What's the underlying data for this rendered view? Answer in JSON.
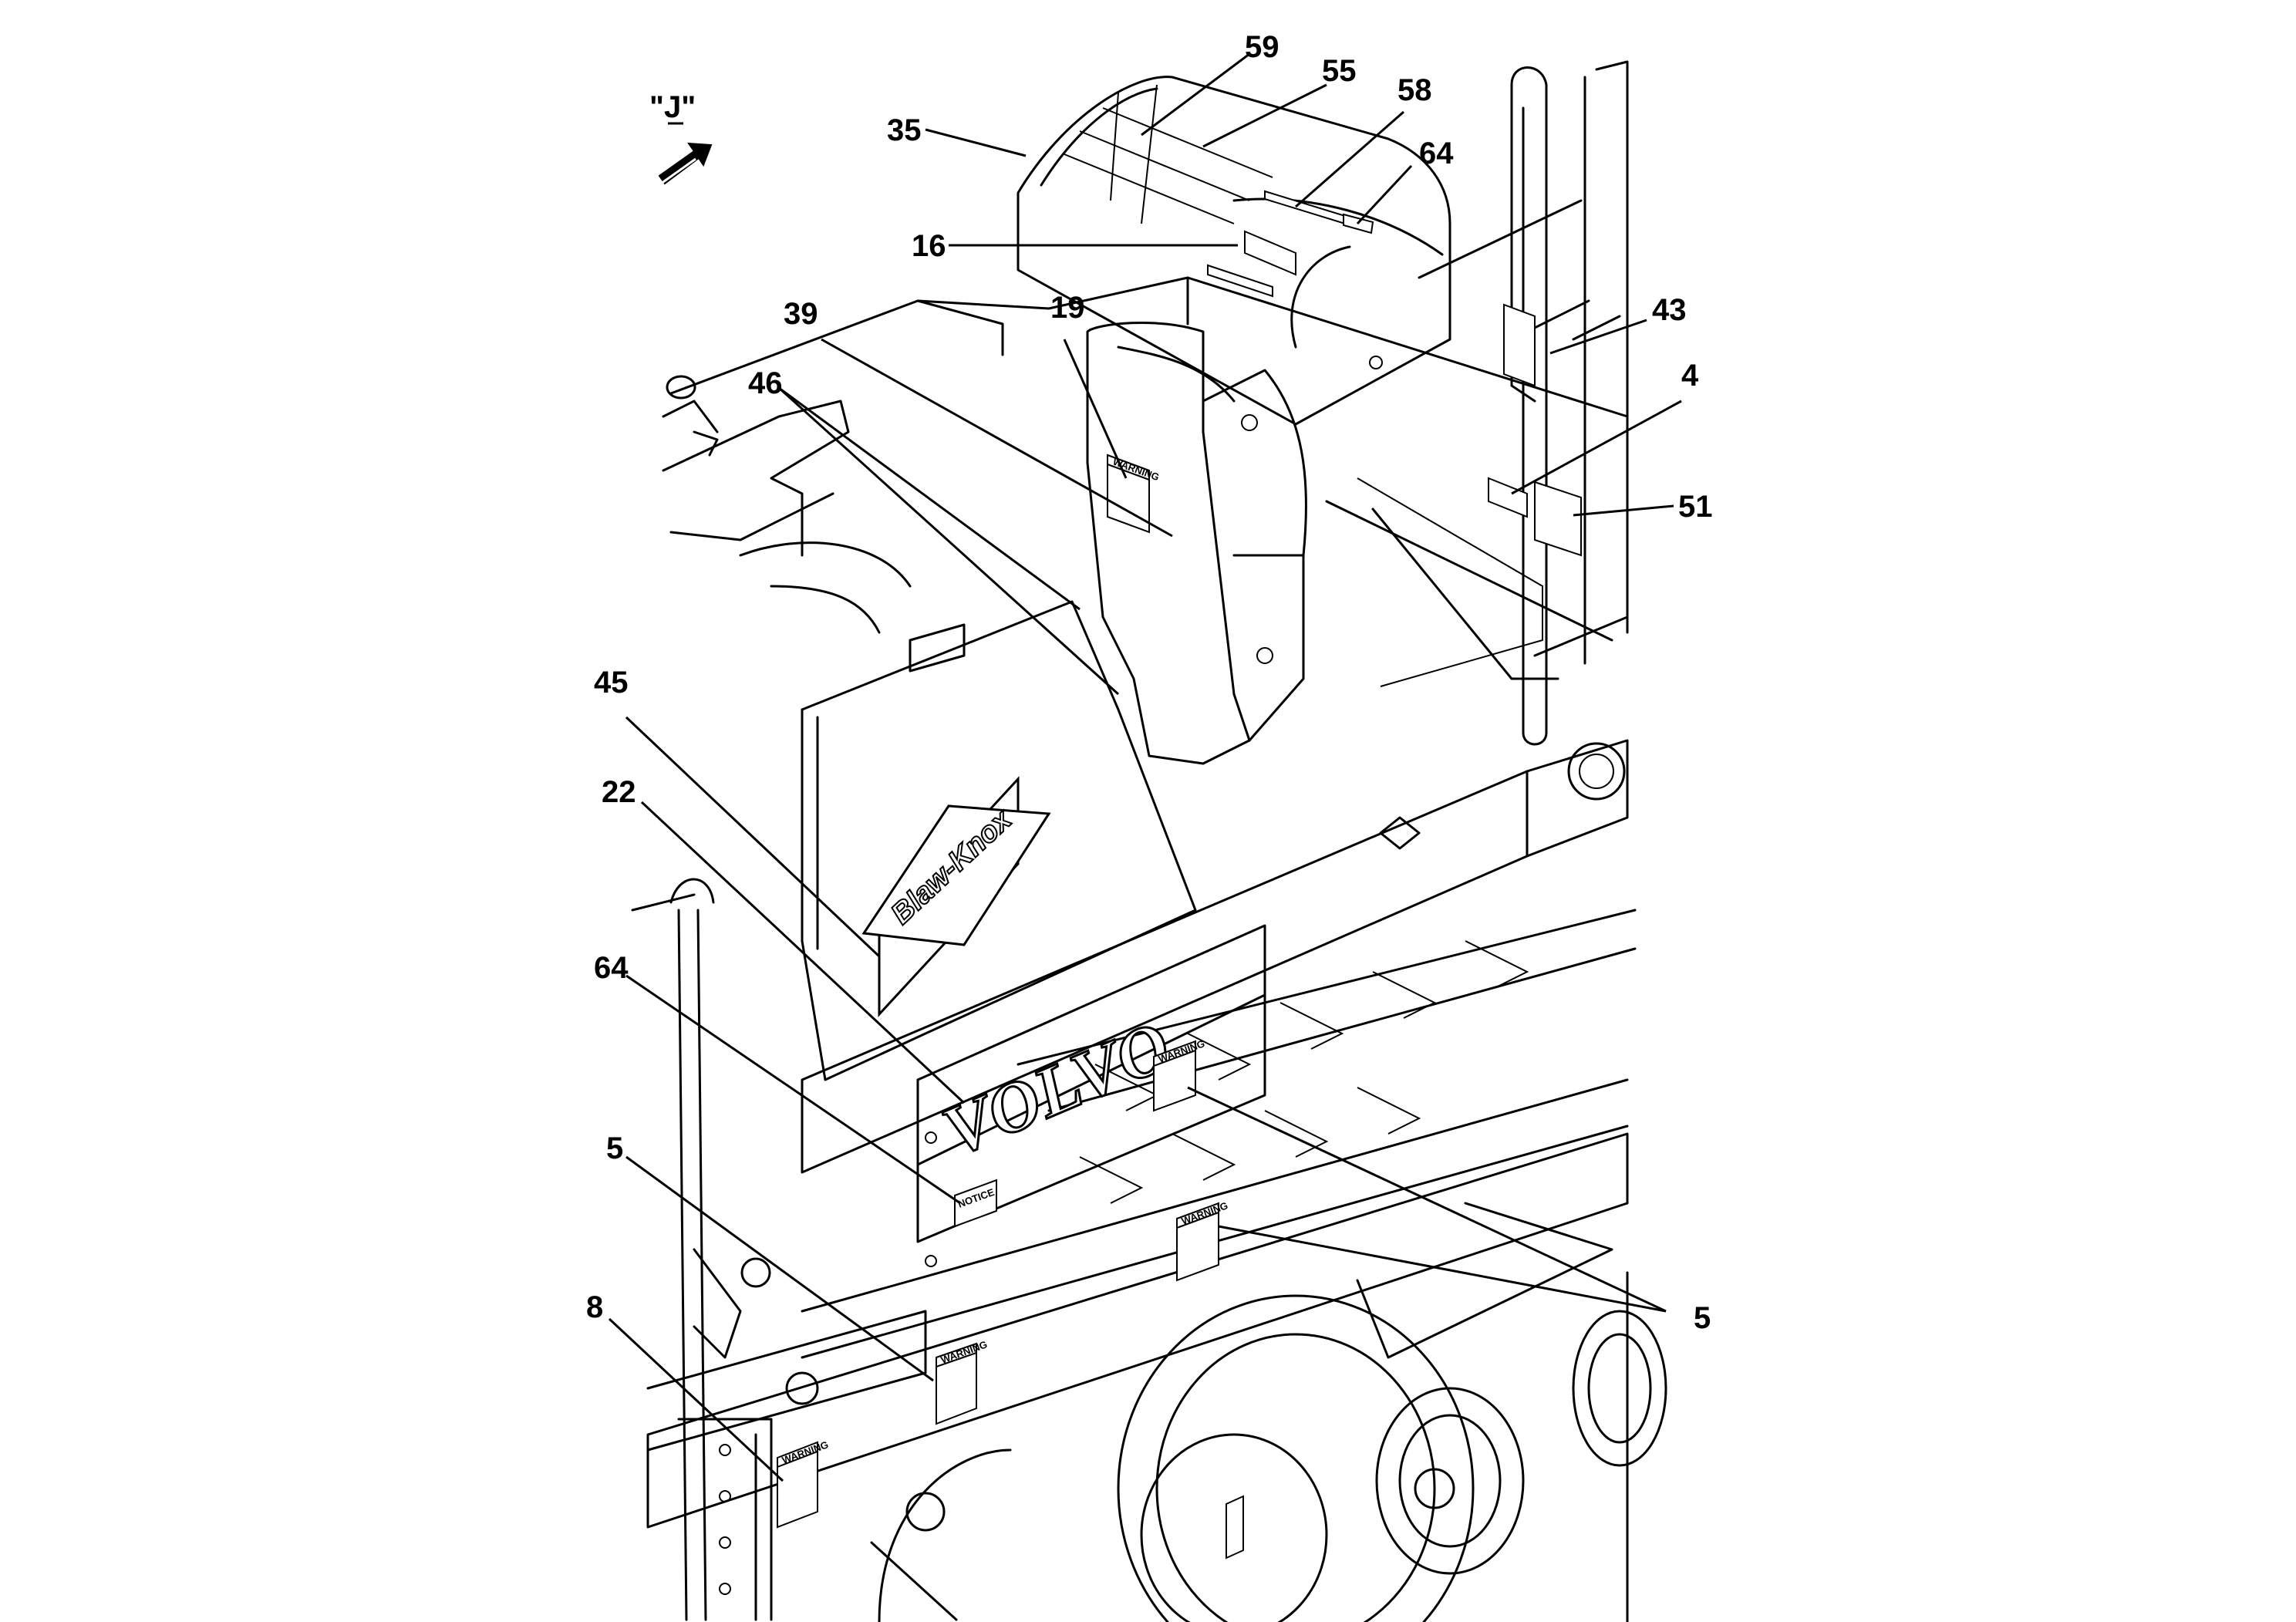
{
  "view_label": "\"J\"",
  "callouts": {
    "c59": "59",
    "c55": "55",
    "c58": "58",
    "c35": "35",
    "c64_top": "64",
    "c16": "16",
    "c19": "19",
    "c39": "39",
    "c43": "43",
    "c46": "46",
    "c4": "4",
    "c51": "51",
    "c45": "45",
    "c22": "22",
    "c64_left": "64",
    "c5_left": "5",
    "c5_right": "5",
    "c8": "8"
  },
  "brand_text": {
    "volvo": "VOLVO",
    "blaw_knox": "Blaw-Knox"
  },
  "decals": {
    "notice": "NOTICE",
    "warning": "WARNING"
  },
  "icons": {
    "view_arrow": "view-direction-arrow-icon"
  }
}
